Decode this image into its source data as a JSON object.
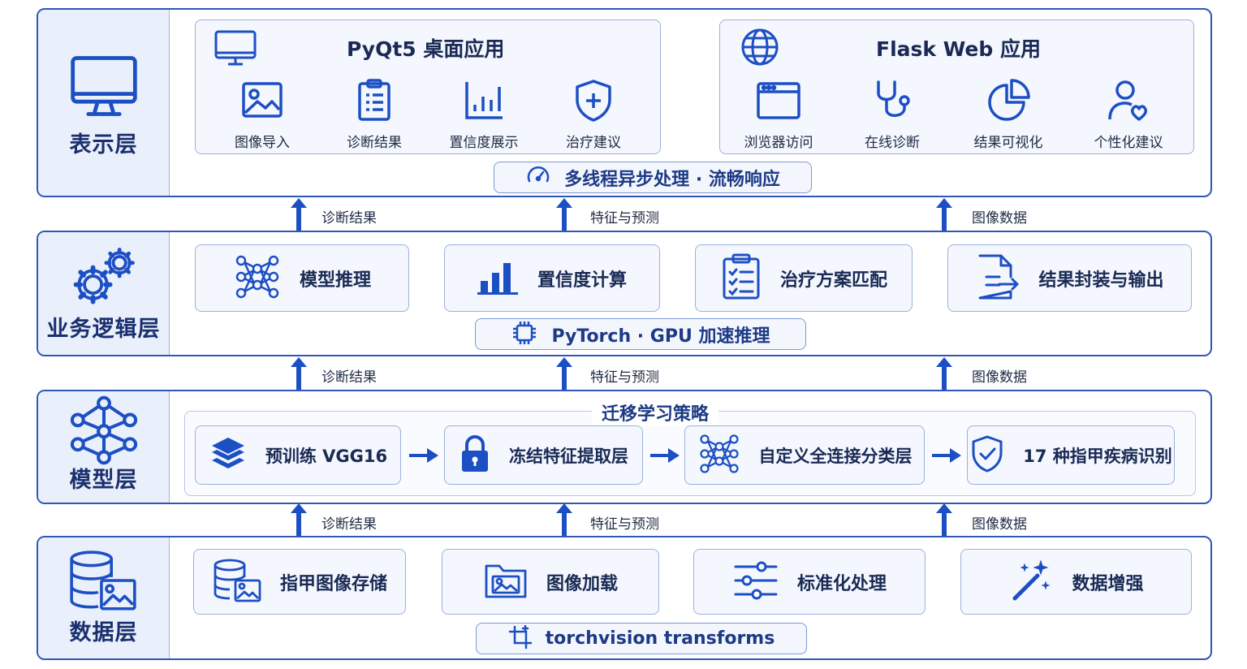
{
  "presentation": {
    "title": "表示层",
    "pyqt": {
      "title": "PyQt5 桌面应用",
      "items": [
        {
          "icon": "image-icon",
          "label": "图像导入"
        },
        {
          "icon": "checklist-icon",
          "label": "诊断结果"
        },
        {
          "icon": "bar-chart-icon",
          "label": "置信度展示"
        },
        {
          "icon": "shield-plus-icon",
          "label": "治疗建议"
        }
      ]
    },
    "flask": {
      "title": "Flask Web 应用",
      "items": [
        {
          "icon": "browser-icon",
          "label": "浏览器访问"
        },
        {
          "icon": "stethoscope-icon",
          "label": "在线诊断"
        },
        {
          "icon": "pie-chart-icon",
          "label": "结果可视化"
        },
        {
          "icon": "user-heart-icon",
          "label": "个性化建议"
        }
      ]
    },
    "pill": "多线程异步处理 · 流畅响应"
  },
  "connectors": {
    "left": "诊断结果",
    "middle": "特征与预测",
    "right": "图像数据"
  },
  "business": {
    "title": "业务逻辑层",
    "items": [
      {
        "icon": "network-icon",
        "label": "模型推理"
      },
      {
        "icon": "bar-chart-icon",
        "label": "置信度计算"
      },
      {
        "icon": "clipboard-check-icon",
        "label": "治疗方案匹配"
      },
      {
        "icon": "document-export-icon",
        "label": "结果封装与输出"
      }
    ],
    "pill": "PyTorch · GPU 加速推理"
  },
  "model": {
    "title": "模型层",
    "strategy": "迁移学习策略",
    "steps": [
      {
        "icon": "layers-icon",
        "label": "预训练 VGG16"
      },
      {
        "icon": "lock-icon",
        "label": "冻结特征提取层"
      },
      {
        "icon": "network-icon",
        "label": "自定义全连接分类层"
      },
      {
        "icon": "shield-check-icon",
        "label": "17 种指甲疾病识别"
      }
    ]
  },
  "data": {
    "title": "数据层",
    "items": [
      {
        "icon": "database-image-icon",
        "label": "指甲图像存储"
      },
      {
        "icon": "folder-image-icon",
        "label": "图像加载"
      },
      {
        "icon": "sliders-icon",
        "label": "标准化处理"
      },
      {
        "icon": "magic-wand-icon",
        "label": "数据增强"
      }
    ],
    "pill": "torchvision transforms"
  },
  "colors": {
    "primary": "#1d4fc4",
    "border": "#2f57b8",
    "card_bg": "#f4f7fd",
    "label_bg": "#eaf0fb"
  }
}
